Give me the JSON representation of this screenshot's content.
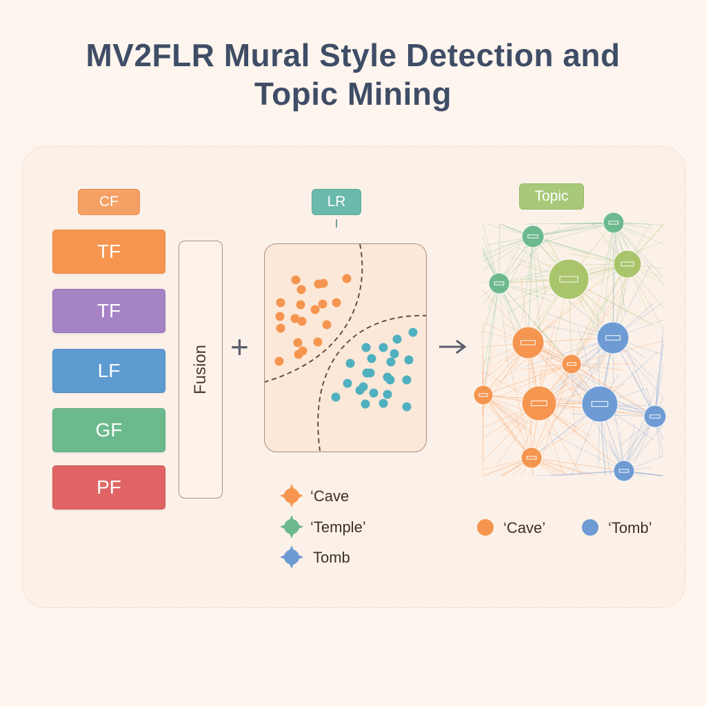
{
  "title_line1": "MV2FLR Mural Style Detection and",
  "title_line2": "Topic Mining",
  "cf_tag": "CF",
  "features": [
    {
      "label": "TF",
      "color": "#f5954f",
      "border": "#e88a48"
    },
    {
      "label": "TF",
      "color": "#a583c5",
      "border": "#9071b3"
    },
    {
      "label": "LF",
      "color": "#5e9bd0",
      "border": "#4d89bf"
    },
    {
      "label": "GF",
      "color": "#6db98e",
      "border": "#5aa77c"
    },
    {
      "label": "PF",
      "color": "#e06464",
      "border": "#cc5353"
    }
  ],
  "fusion_label": "Fusion",
  "plus_symbol": "+",
  "lr_tag": "LR",
  "arrow_symbol": "→",
  "topic_tag": "Topic",
  "scatter_legend": [
    {
      "label": "‘Cave",
      "color": "#f5954f"
    },
    {
      "label": "‘Temple’",
      "color": "#6db98e"
    },
    {
      "label": "Tomb",
      "color": "#6e9bd3"
    }
  ],
  "topic_legend": [
    {
      "label": "‘Cave’",
      "color": "#f5954f"
    },
    {
      "label": "‘Tomb’",
      "color": "#6e9bd3"
    }
  ],
  "colors": {
    "cave": "#f5954f",
    "tomb": "#6e9bd3",
    "temple": "#6db98e",
    "topic": "#a9c46a",
    "scatter_teal": "#4fb0bf"
  }
}
